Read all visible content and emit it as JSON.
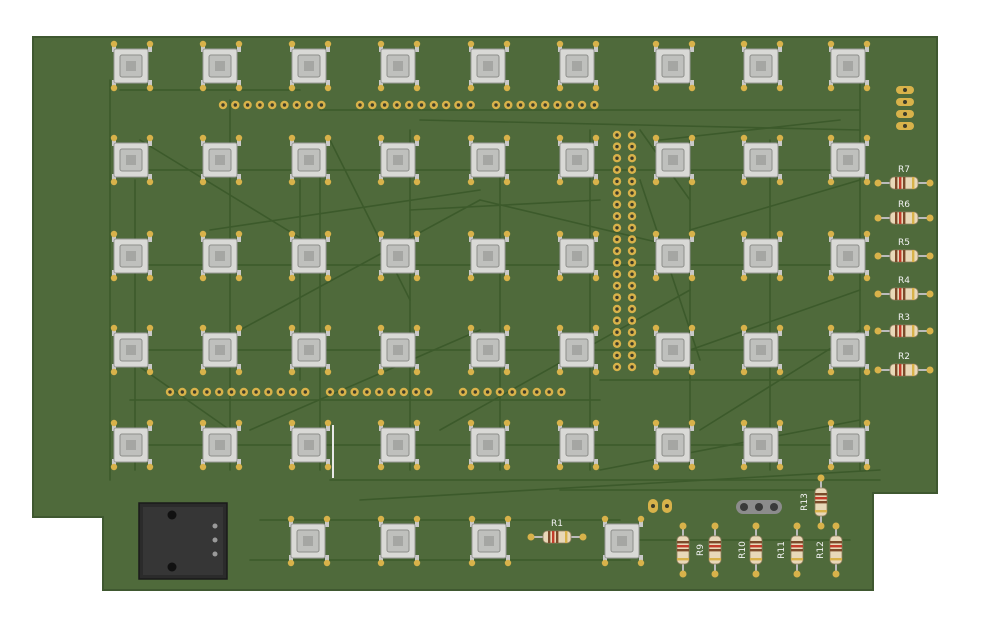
{
  "colors": {
    "background": "#ffffff",
    "board": "#4f6a3b",
    "board_edge": "#3f5830",
    "trace": "#3c5a2b",
    "trace_light": "#5c7a48",
    "pad_gold": "#d8b24a",
    "switch_body": "#d9d9d6",
    "switch_cap": "#bfc0bd",
    "resistor_body": "#e8d8b8",
    "resistor_band1": "#7b4a2a",
    "resistor_band2": "#c23b2a",
    "silkscreen": "#f0f0f0",
    "connector_black": "#3a3a3a",
    "jack_body": "#2b2b2b"
  },
  "icons": {
    "switch": "tactile-switch-icon",
    "resistor": "resistor-icon",
    "pad": "through-hole-pad-icon",
    "jack": "barrel-jack-icon"
  },
  "resistors": [
    {
      "ref": "R7"
    },
    {
      "ref": "R6"
    },
    {
      "ref": "R5"
    },
    {
      "ref": "R4"
    },
    {
      "ref": "R3"
    },
    {
      "ref": "R2"
    },
    {
      "ref": "R1"
    },
    {
      "ref": "R9"
    },
    {
      "ref": "R10"
    },
    {
      "ref": "R11"
    },
    {
      "ref": "R12"
    },
    {
      "ref": "R13"
    },
    {
      "ref": ""
    }
  ],
  "switch_count": 49
}
